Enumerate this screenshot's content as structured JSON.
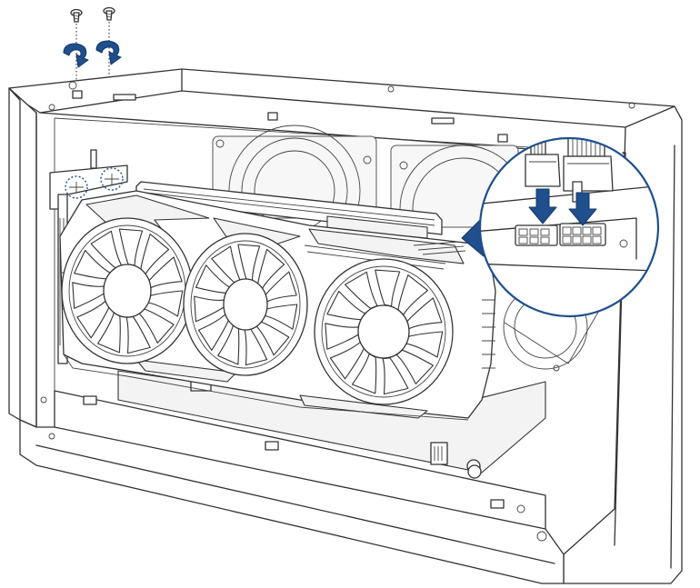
{
  "diagram": {
    "subject": "gpu-installation-in-enclosure",
    "steps": [
      {
        "action": "fasten-screws",
        "count": 2,
        "icon": "clockwise-arrow-icon"
      },
      {
        "action": "connect-pcie-power",
        "count": 2,
        "icon": "down-arrow-icon"
      }
    ],
    "gpu_fans": 3,
    "psu_connector_pins": [
      6,
      8
    ],
    "colors": {
      "accent": "#1f4f8c",
      "line": "#333333",
      "background": "#ffffff"
    }
  }
}
